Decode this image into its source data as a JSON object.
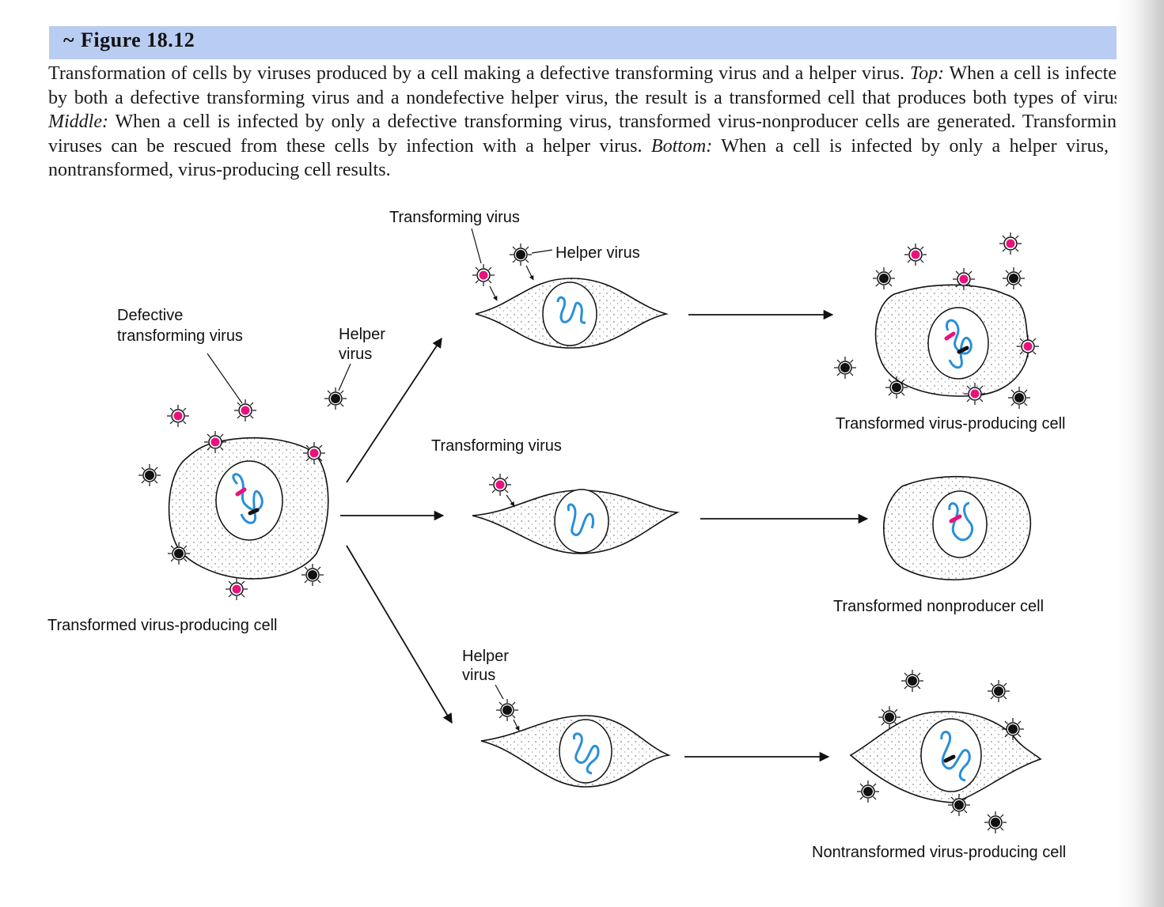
{
  "figure": {
    "number_label": "Figure 18.12",
    "caption": {
      "intro": "Transformation of cells by viruses produced by a cell making a defective transforming virus and a helper virus.",
      "top_label": "Top:",
      "top_text": "When a cell is infected by both a defective transforming virus and a nondefective helper virus, the result is a transformed cell that produces both types of virus.",
      "middle_label": "Middle:",
      "middle_text": "When a cell is infected by only a defective transforming virus, transformed virus-nonproducer cells are generated. Transforming viruses can be rescued from these cells by infection with a helper virus.",
      "bottom_label": "Bottom:",
      "bottom_text": "When a cell is infected by only a helper virus, a nontransformed, virus-producing cell results."
    }
  },
  "labels": {
    "source_defective_line1": "Defective",
    "source_defective_line2": "transforming virus",
    "source_helper_line1": "Helper",
    "source_helper_line2": "virus",
    "source_cell": "Transformed virus-producing cell",
    "top_transforming": "Transforming virus",
    "top_helper": "Helper virus",
    "top_result": "Transformed virus-producing cell",
    "middle_transforming": "Transforming virus",
    "middle_result": "Transformed nonproducer cell",
    "bottom_helper_line1": "Helper",
    "bottom_helper_line2": "virus",
    "bottom_result": "Nontransformed virus-producing cell"
  },
  "colors": {
    "transforming_virus": "#e8127c",
    "helper_virus": "#111111",
    "dna": "#2a8fd8",
    "header_band": "#b9ccf2"
  }
}
